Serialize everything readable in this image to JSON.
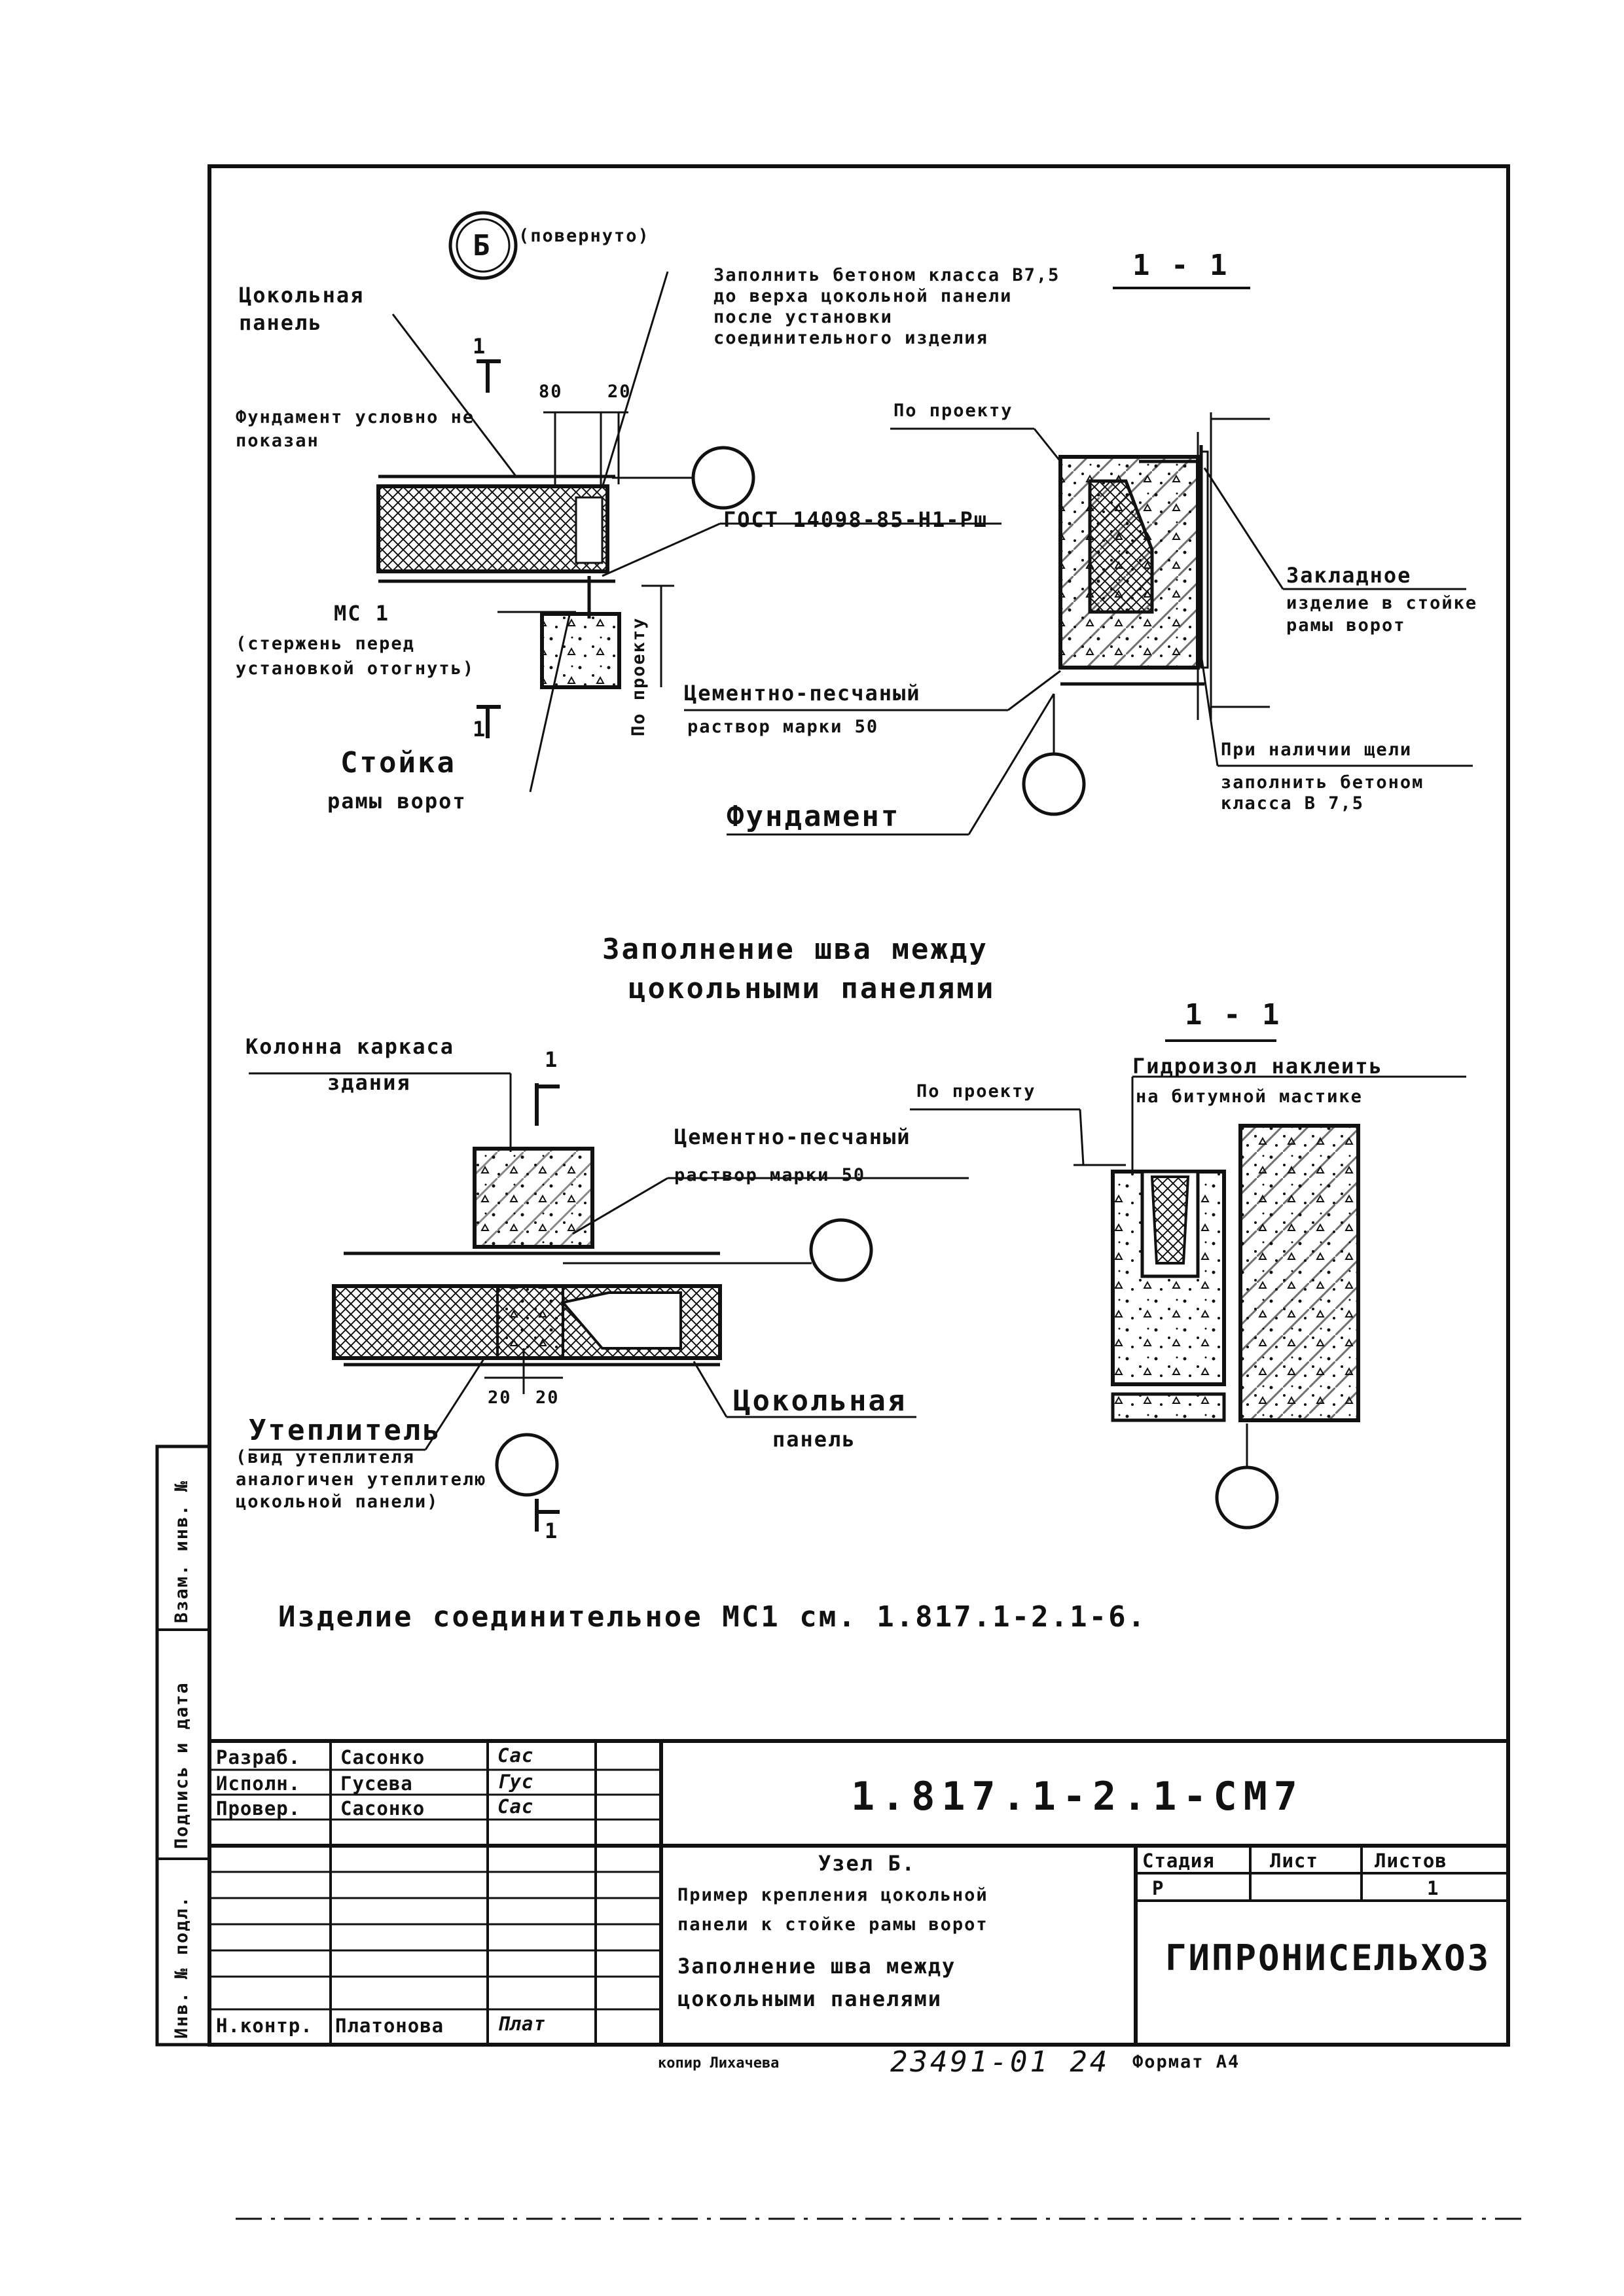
{
  "detail_b": {
    "marker": "Б",
    "rotated": "(повернуто)",
    "panel": "Цокольная панель",
    "foundation_note": "Фундамент условно не показан",
    "fill_note": "Заполнить бетоном класса В7,5 до верха цокольной панели после установки соединительного изделия",
    "dim_80": "80",
    "dim_20": "20",
    "gost": "ГОСТ 14098-85-Н1-Рш",
    "ms1": "МС 1",
    "ms1_note": "(стержень перед установкой отогнуть)",
    "stoyka": "Стойка",
    "stoyka2": "рамы ворот",
    "po_proektu": "По проекту",
    "cut_mark": "1"
  },
  "section_top": {
    "title": "1 - 1",
    "po_proektu": "По проекту",
    "zakladnoe": "Закладное",
    "zakladnoe2": "изделие в стойке рамы ворот",
    "rastvor": "Цементно-песчаный",
    "rastvor2": "раствор марки 50",
    "shel": "При наличии щели",
    "shel2": "заполнить бетоном класса В 7,5",
    "fundament": "Фундамент"
  },
  "joint": {
    "title": "Заполнение шва между",
    "title2": "цокольными панелями",
    "column": "Колонна каркаса",
    "column2": "здания",
    "rastvor": "Цементно-песчаный",
    "rastvor2": "раствор марки 50",
    "panel": "Цокольная",
    "panel2": "панель",
    "uteplitel": "Утеплитель",
    "uteplitel_note": "(вид утеплителя аналогичен утеплителю цокольной панели)",
    "dim_left": "20",
    "dim_right": "20",
    "cut_mark": "1"
  },
  "section_bottom": {
    "title": "1 - 1",
    "po_proektu": "По проекту",
    "gidroizol": "Гидроизол наклеить",
    "gidroizol2": "на битумной мастике"
  },
  "reference_note": "Изделие соединительное МС1 см. 1.817.1-2.1-6.",
  "side_stamp": [
    "Инв. № подл.",
    "Подпись и дата",
    "Взам. инв. №"
  ],
  "title_block": {
    "doc_code": "1.817.1-2.1-СМ7",
    "rows": [
      {
        "role": "Разраб.",
        "name": "Сасонко",
        "sign": "Сас"
      },
      {
        "role": "Исполн.",
        "name": "Гусева",
        "sign": "Гус"
      },
      {
        "role": "Провер.",
        "name": "Сасонко",
        "sign": "Сас"
      },
      {
        "role": "Н.контр.",
        "name": "Платонова",
        "sign": "Плат"
      }
    ],
    "title_line1": "Узел Б.",
    "title_line2": "Пример крепления цокольной",
    "title_line3": "панели к стойке рамы ворот",
    "title_line4": "Заполнение шва между",
    "title_line5": "цокольными панелями",
    "stage_header": "Стадия",
    "sheet_header": "Лист",
    "sheets_header": "Листов",
    "stage": "Р",
    "sheet": "",
    "sheets": "1",
    "org": "ГИПРОНИСЕЛЬХОЗ",
    "copier": "копир Лихачева",
    "order": "23491-01 24",
    "format": "Формат А4"
  }
}
